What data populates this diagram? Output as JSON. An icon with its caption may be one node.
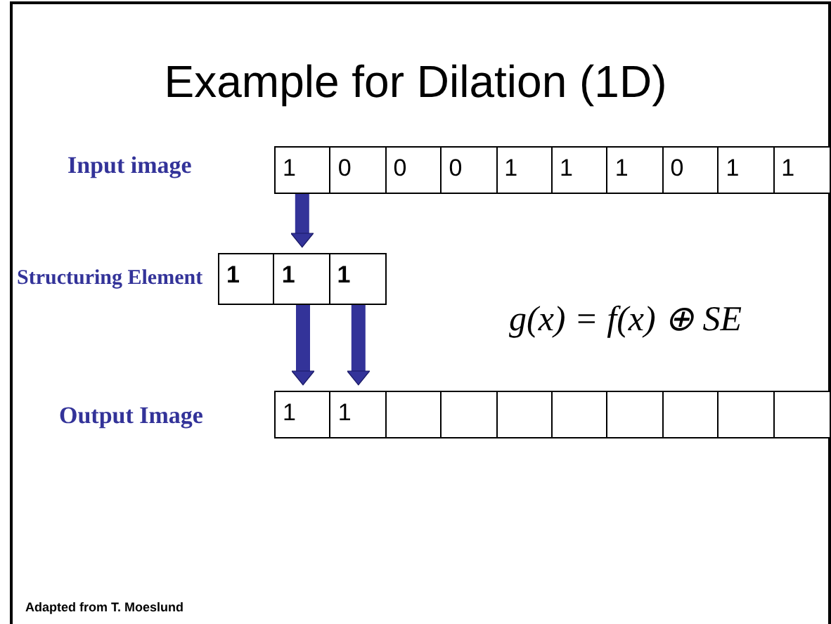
{
  "diagram": {
    "title": "Example for Dilation (1D)",
    "nodes": [
      {
        "text": [
          "1"
        ]
      },
      {
        "text": [
          "0"
        ]
      },
      {
        "text": [
          "0"
        ]
      },
      {
        "text": [
          "0"
        ]
      },
      {
        "text": [
          "1"
        ]
      },
      {
        "text": [
          "1"
        ]
      },
      {
        "text": [
          "1"
        ]
      },
      {
        "text": [
          "0"
        ]
      },
      {
        "text": [
          "1"
        ]
      },
      {
        "text": [
          "1"
        ]
      },
      {
        "text": [
          "1"
        ]
      },
      {
        "text": [
          "1"
        ]
      },
      {
        "text": [
          "1"
        ]
      },
      {
        "text": [
          "1"
        ]
      },
      {
        "text": [
          "1"
        ]
      },
      {
        "text": [],
        "shape": "box"
      },
      {
        "text": [],
        "shape": "box"
      },
      {
        "text": [],
        "shape": "box"
      },
      {
        "text": [],
        "shape": "box"
      },
      {
        "text": [],
        "shape": "box"
      },
      {
        "text": [],
        "shape": "box"
      },
      {
        "text": [],
        "shape": "box"
      },
      {
        "text": [],
        "shape": "box"
      }
    ],
    "edges": [
      {
        "from": 0,
        "to": 11,
        "arrow": "to"
      },
      {
        "from": 11,
        "to": 13,
        "arrow": "to"
      },
      {
        "from": 12,
        "to": 14,
        "arrow": "to"
      }
    ],
    "labels": [
      "Input image",
      "Structuring Element",
      "g(x) = f(x) ⊕ SE",
      "Output Image",
      "Adapted from T. Moeslund"
    ]
  }
}
